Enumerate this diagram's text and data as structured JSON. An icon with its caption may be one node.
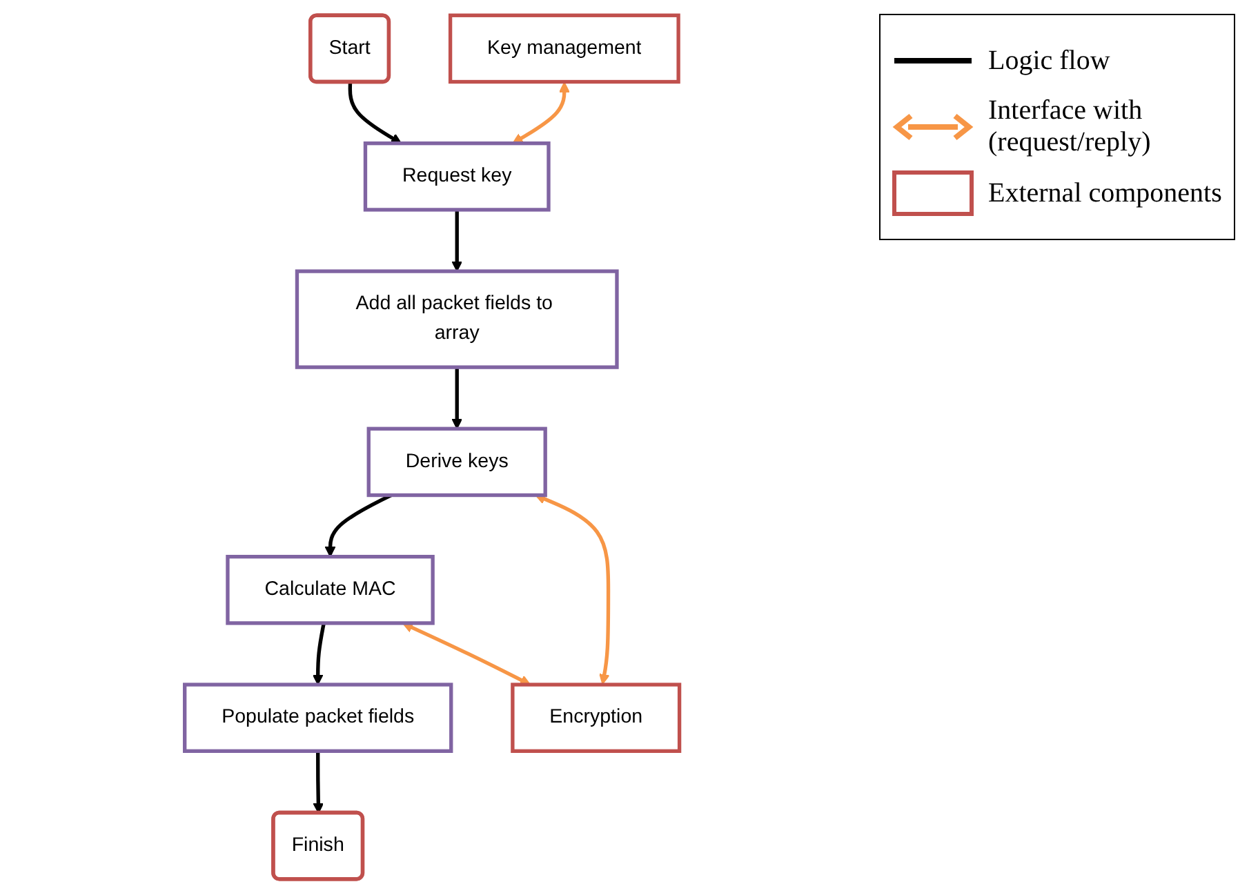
{
  "diagram": {
    "nodes": [
      {
        "text": [
          "Start"
        ]
      },
      {
        "text": [
          "Key management"
        ]
      },
      {
        "text": [
          "Finish"
        ]
      },
      {
        "text": [
          "Request key"
        ]
      },
      {
        "text": [
          "Populate packet fields"
        ]
      },
      {
        "text": [
          "Add all packet fields to array"
        ]
      },
      {
        "text": [
          "Calculate MAC"
        ]
      },
      {
        "text": [
          "Encryption"
        ]
      },
      {
        "text": [
          "Derive keys"
        ]
      }
    ],
    "edges": [
      {
        "from": 0,
        "to": 3,
        "arrow": "to"
      },
      {
        "from": 1,
        "to": 3,
        "arrow": "both",
        "color": "#f79646"
      },
      {
        "from": 3,
        "to": 5,
        "arrow": "to"
      },
      {
        "from": 5,
        "to": 8,
        "arrow": "to"
      },
      {
        "from": 8,
        "to": 6,
        "arrow": "to"
      },
      {
        "from": 6,
        "to": 4,
        "arrow": "to"
      },
      {
        "from": 4,
        "to": 2,
        "arrow": "to"
      },
      {
        "from": 6,
        "to": 7,
        "arrow": "both",
        "color": "#f79646"
      },
      {
        "from": 7,
        "to": 8,
        "arrow": "both",
        "color": "#f79646"
      }
    ],
    "legend": [
      {
        "text": "Logic flow"
      },
      {
        "text": "Interface with (request/reply)"
      },
      {
        "text": "External components"
      }
    ]
  }
}
